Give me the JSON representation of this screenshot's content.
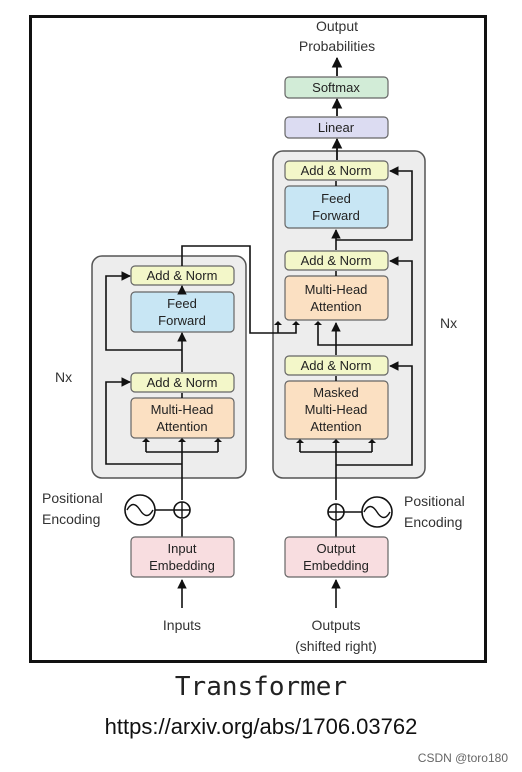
{
  "diagram": {
    "output_label_line1": "Output",
    "output_label_line2": "Probabilities",
    "softmax": "Softmax",
    "linear": "Linear",
    "add_norm": "Add & Norm",
    "feed_forward_line1": "Feed",
    "feed_forward_line2": "Forward",
    "mha_line1": "Multi-Head",
    "mha_line2": "Attention",
    "masked_line1": "Masked",
    "masked_line2": "Multi-Head",
    "masked_line3": "Attention",
    "nx": "Nx",
    "positional_line1": "Positional",
    "positional_line2": "Encoding",
    "input_embedding_line1": "Input",
    "input_embedding_line2": "Embedding",
    "output_embedding_line1": "Output",
    "output_embedding_line2": "Embedding",
    "inputs": "Inputs",
    "outputs_line1": "Outputs",
    "outputs_line2": "(shifted right)"
  },
  "colors": {
    "add_norm": "#f3f7c9",
    "feed_forward": "#c8e6f4",
    "attention": "#fbe0c2",
    "embedding": "#f8dde0",
    "linear": "#dcdcf2",
    "softmax": "#d2ecd7",
    "stack_bg": "#ededed"
  },
  "caption": {
    "title": "Transformer",
    "url": "https://arxiv.org/abs/1706.03762"
  },
  "watermark": "CSDN @toro180"
}
